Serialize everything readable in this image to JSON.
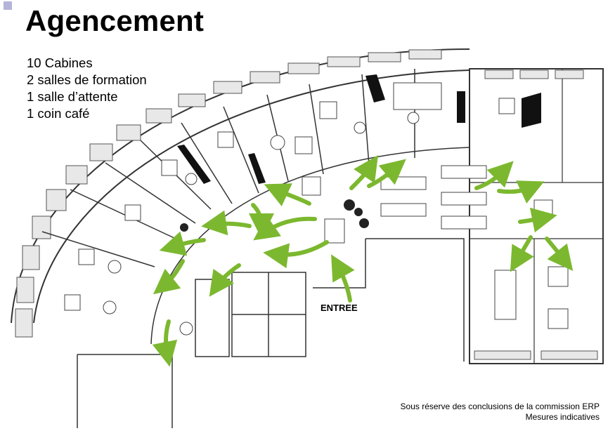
{
  "slide": {
    "title": "Agencement",
    "features": [
      "10 Cabines",
      "2 salles de formation",
      "1 salle d’attente",
      "1 coin café"
    ],
    "entrance_label": "ENTREE",
    "footnote_lines": [
      "Sous réserve des conclusions de la commission ERP",
      "Mesures indicatives"
    ]
  },
  "colors": {
    "arrow": "#7cb82f",
    "wall": "#333333",
    "window": "#e8e8e8",
    "accent_mark": "#b4b4d8"
  }
}
